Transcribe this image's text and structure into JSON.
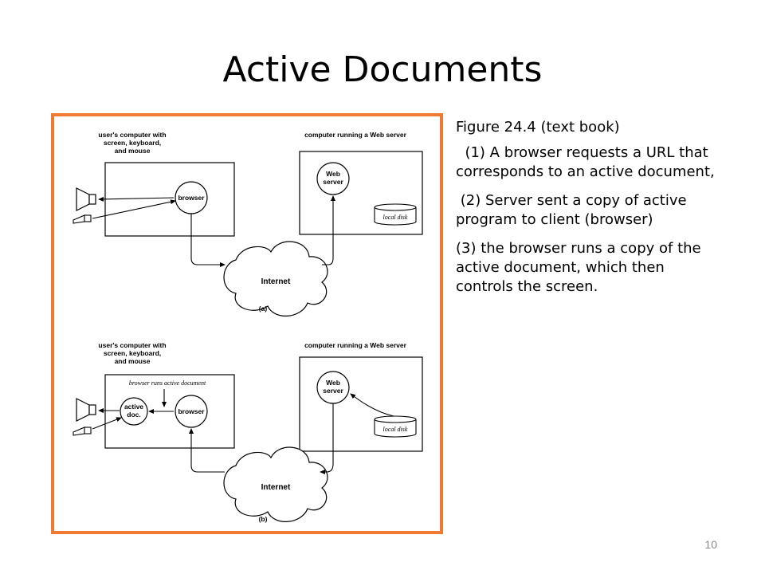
{
  "slide": {
    "title": "Active Documents",
    "slide_number": "10"
  },
  "colors": {
    "frame_border": "#f07a32",
    "text": "#000000",
    "slide_number": "#8a8a8a"
  },
  "figure": {
    "panel_a": {
      "client_label": [
        "user's computer with",
        "screen, keyboard,",
        "and mouse"
      ],
      "server_label": "computer running a Web server",
      "browser": "browser",
      "web_server": [
        "Web",
        "server"
      ],
      "local_disk": "local disk",
      "internet": "Internet",
      "tag": "(a)"
    },
    "panel_b": {
      "client_label": [
        "user's computer with",
        "screen, keyboard,",
        "and mouse"
      ],
      "server_label": "computer running a Web server",
      "runs_label": "browser runs active document",
      "active_doc": [
        "active",
        "doc."
      ],
      "browser": "browser",
      "web_server": [
        "Web",
        "server"
      ],
      "local_disk": "local disk",
      "internet": "Internet",
      "tag": "(b)"
    }
  },
  "caption": {
    "heading": "Figure 24.4 (text book)",
    "items": [
      "  (1) A browser requests a URL that corresponds to an active document,",
      " (2) Server sent a copy of active program to client (browser)",
      "(3) the browser runs a copy of the active document, which then controls the screen."
    ]
  }
}
